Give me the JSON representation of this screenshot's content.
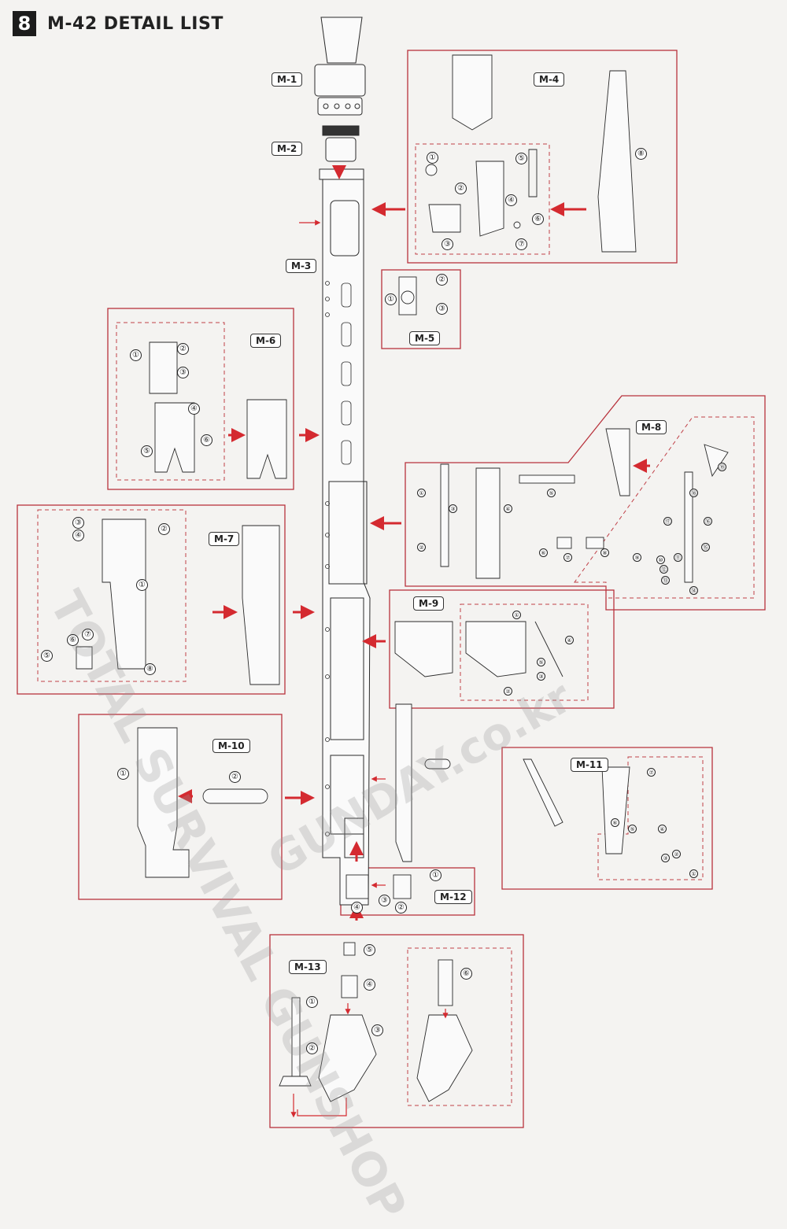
{
  "header": {
    "section_number": "8",
    "title": "M-42 DETAIL LIST"
  },
  "modules": {
    "m1": "M-1",
    "m2": "M-2",
    "m3": "M-3",
    "m4": "M-4",
    "m5": "M-5",
    "m6": "M-6",
    "m7": "M-7",
    "m8": "M-8",
    "m9": "M-9",
    "m10": "M-10",
    "m11": "M-11",
    "m12": "M-12",
    "m13": "M-13"
  },
  "part_numbers": {
    "n1": "①",
    "n2": "②",
    "n3": "③",
    "n4": "④",
    "n5": "⑤",
    "n6": "⑥",
    "n7": "⑦",
    "n8": "⑧",
    "n9": "⑨",
    "n10": "⑩",
    "n11": "⑪",
    "n12": "⑫",
    "n13": "⑬",
    "n14": "⑭",
    "n15": "⑮",
    "n16": "⑯",
    "n17": "⑰",
    "n18": "⑱",
    "n19": "⑲"
  },
  "watermark": {
    "line1": "TOTAL SURVIVAL GUNSHOP",
    "line2": "GUNDAY.co.kr"
  },
  "colors": {
    "frame": "#b8323c",
    "arrow": "#d42a30",
    "line": "#2a2a2a",
    "dash": "#c04048"
  }
}
